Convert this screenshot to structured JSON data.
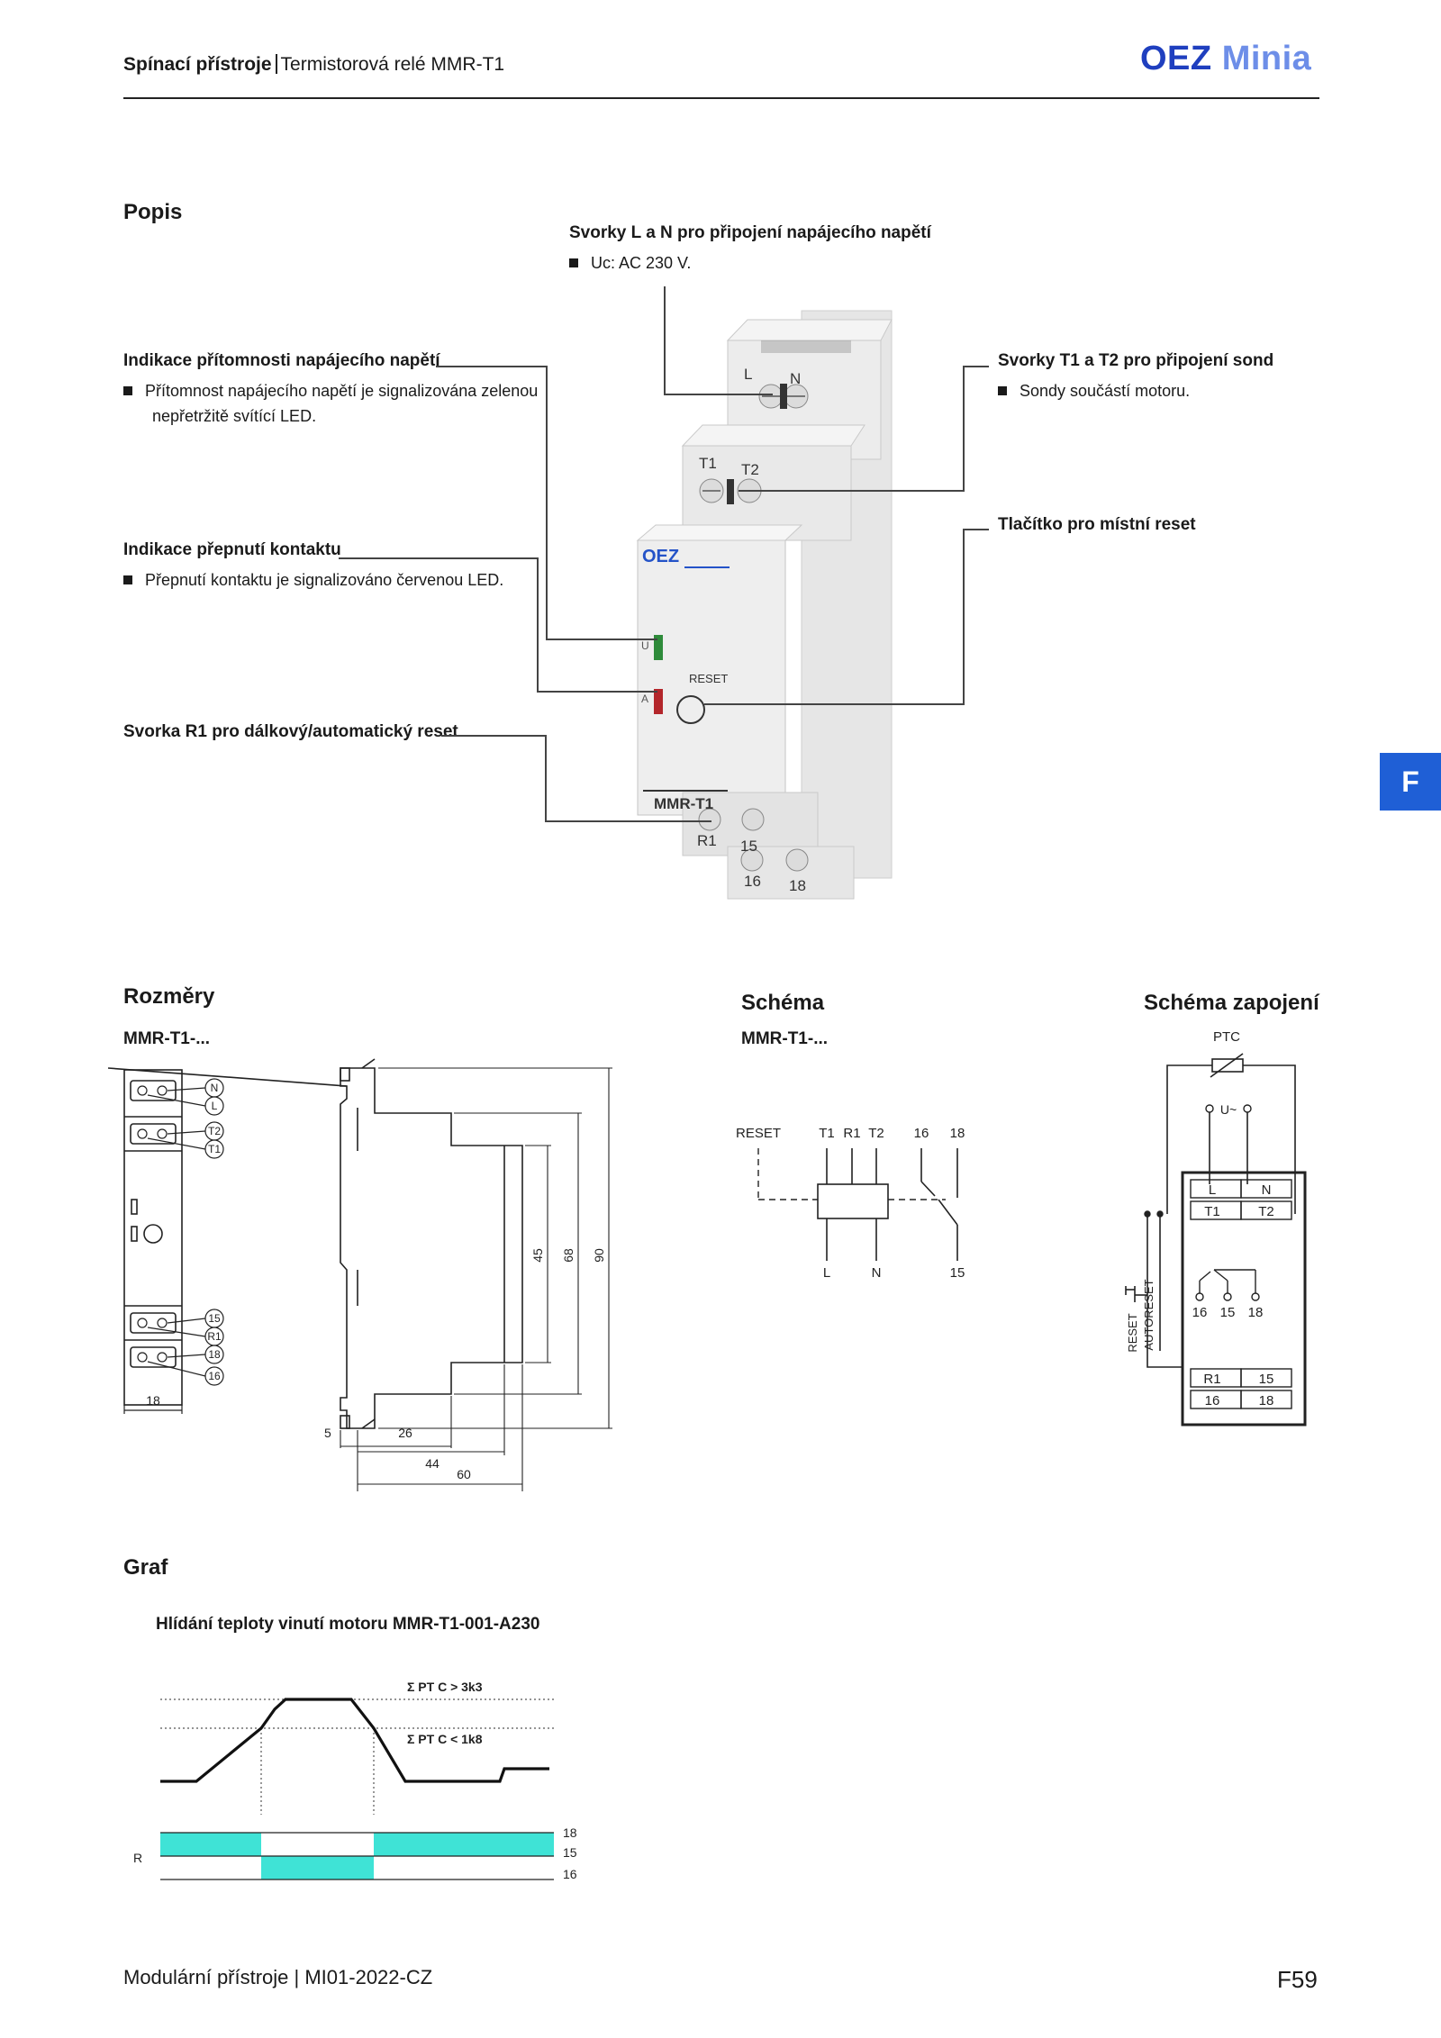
{
  "header": {
    "category": "Spínací přístroje",
    "title": "Termistorová relé MMR-T1",
    "logo_brand": "OEZ",
    "logo_series": "Minia"
  },
  "side_tab": "F",
  "popis": {
    "title": "Popis",
    "callouts": [
      {
        "heading": "Svorky L a N pro připojení napájecího napětí",
        "bullet": "Uc:  AC 230 V."
      },
      {
        "heading": "Indikace přítomnosti napájecího napětí",
        "bullet": "Přítomnost napájecího napětí je signalizována zelenou nepřetržitě svítící LED."
      },
      {
        "heading": "Indikace přepnutí kontaktu",
        "bullet": "Přepnutí kontaktu je signalizováno červenou LED."
      },
      {
        "heading": "Svorka R1 pro dálkový/automatický reset",
        "bullet": ""
      },
      {
        "heading": "Svorky T1 a T2 pro připojení sond",
        "bullet": "Sondy součástí motoru."
      },
      {
        "heading": "Tlačítko pro místní reset",
        "bullet": ""
      }
    ],
    "device": {
      "brand": "OEZ",
      "model": "MMR-T1",
      "reset_label": "RESET",
      "led_u": "U",
      "led_a": "A",
      "terminals_top": [
        "L",
        "N"
      ],
      "terminals_mid": [
        "T1",
        "T2"
      ],
      "terminals_bot1": [
        "R1",
        "15"
      ],
      "terminals_bot2": [
        "16",
        "18"
      ],
      "led_green": "#2e8b3a",
      "led_red": "#b3262b"
    }
  },
  "rozmery": {
    "title": "Rozměry",
    "subtitle": "MMR-T1-...",
    "front_labels_top": [
      "N",
      "L",
      "T2",
      "T1"
    ],
    "front_labels_bottom": [
      "15",
      "R1",
      "18",
      "16"
    ],
    "dims": {
      "width": "18",
      "d5": "5",
      "d26": "26",
      "d44": "44",
      "d60": "60",
      "h45": "45",
      "h68": "68",
      "h90": "90"
    }
  },
  "schema": {
    "title": "Schéma",
    "subtitle": "MMR-T1-...",
    "top_labels": [
      "RESET",
      "T1",
      "R1",
      "T2",
      "16",
      "18"
    ],
    "bottom_labels": [
      "L",
      "N",
      "15"
    ]
  },
  "zapojeni": {
    "title": "Schéma zapojení",
    "ptc": "PTC",
    "supply": "U~",
    "cells_top": [
      "L",
      "N",
      "T1",
      "T2"
    ],
    "contacts": [
      "16",
      "15",
      "18"
    ],
    "cells_bottom": [
      "R1",
      "15",
      "16",
      "18"
    ],
    "reset": "RESET",
    "autoreset": "AUTORESET"
  },
  "graf": {
    "title": "Graf",
    "subtitle": "Hlídání teploty vinutí motoru MMR-T1-001-A230",
    "threshold_high": "Σ PT C > 3k3",
    "threshold_low": "Σ PT C < 1k8",
    "relay_label": "R",
    "rail_labels": [
      "18",
      "15",
      "16"
    ],
    "fill_color": "#3fe3d6"
  },
  "footer": {
    "text": "Modulární přístroje | MI01-2022-CZ",
    "page": "F59"
  }
}
